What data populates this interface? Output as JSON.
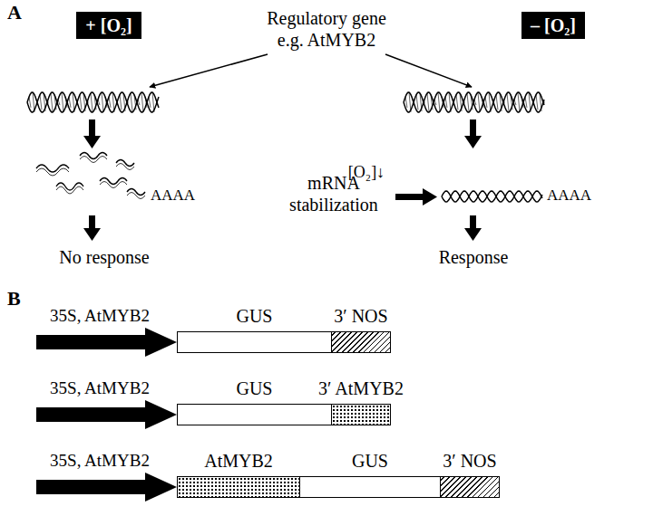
{
  "diagram": {
    "nodes": [
      {
        "text": [
          "+ [O₂]"
        ]
      },
      {
        "text": [
          "– [O₂]"
        ]
      },
      {
        "text": [
          "GUS"
        ]
      },
      {
        "text": [
          "3′ NOS"
        ]
      },
      {
        "text": [
          "GUS"
        ]
      },
      {
        "text": [
          "3′ AtMYB2"
        ]
      },
      {
        "text": [
          "AtMYB2"
        ]
      },
      {
        "text": [
          "GUS"
        ]
      },
      {
        "text": [
          "3′ NOS"
        ]
      }
    ],
    "labels": [
      "A",
      "Regulatory gene e.g. AtMYB2",
      "AAAA",
      "No response",
      "[O₂]↓",
      "mRNA stabilization",
      "AAAA",
      "Response",
      "B",
      "35S, AtMYB2",
      "35S, AtMYB2",
      "35S, AtMYB2"
    ]
  }
}
